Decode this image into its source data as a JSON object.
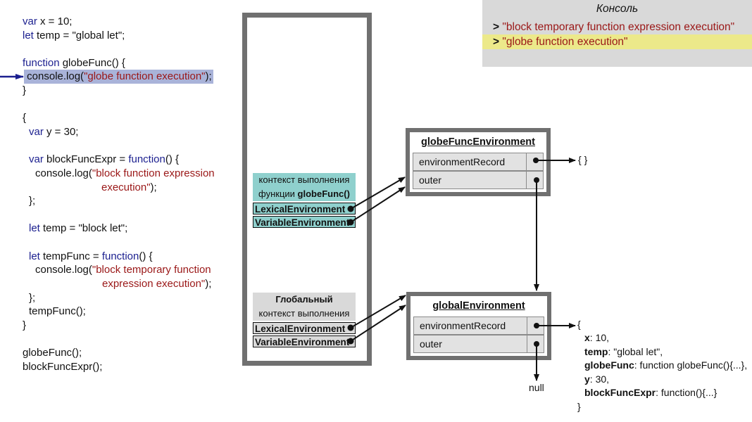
{
  "code": {
    "line1": [
      "var",
      " x = 10;"
    ],
    "line2": [
      "let",
      " temp = \"global let\";"
    ],
    "line4": [
      "function",
      " globeFunc() {"
    ],
    "line5": [
      "console.log(",
      "\"globe function execution\"",
      ");"
    ],
    "line6": "}",
    "line8": "{",
    "line9": [
      "var",
      " y = 30;"
    ],
    "line11": [
      "var",
      " blockFuncExpr = ",
      "function",
      "() {"
    ],
    "line12": [
      "console.log(",
      "\"block function expression"
    ],
    "line13": [
      "execution\"",
      ");"
    ],
    "line14": "};",
    "line16": [
      "let",
      " temp = \"block let\";"
    ],
    "line18": [
      "let",
      " tempFunc = ",
      "function",
      "() {"
    ],
    "line19": [
      "console.log(",
      "\"block temporary function"
    ],
    "line20": [
      "expression execution\"",
      ");"
    ],
    "line21": "};",
    "line22": "tempFunc();",
    "line23": "}",
    "line25": "globeFunc();",
    "line26": "blockFuncExpr();"
  },
  "console": {
    "title": "Консоль",
    "prompt": ">",
    "lines": [
      "\"block temporary function expression execution\"",
      "\"globe function execution\""
    ],
    "highlight_color": "#ece98a"
  },
  "stack": {
    "func_context": {
      "line1": "контекст выполнения",
      "line2_prefix": "функции ",
      "line2_name": "globeFunc()",
      "lexical": "LexicalEnvironment",
      "variable": "VariableEnvironment"
    },
    "global_context": {
      "line1": "Глобальный",
      "line2": "контекст выполнения",
      "lexical": "LexicalEnvironment",
      "variable": "VariableEnvironment"
    }
  },
  "globeFuncEnv": {
    "title": "globeFuncEnvironment",
    "record_label": "environmentRecord",
    "outer_label": "outer",
    "record_value": "{  }"
  },
  "globalEnv": {
    "title": "globalEnvironment",
    "record_label": "environmentRecord",
    "outer_label": "outer",
    "outer_value": "null",
    "record_open": "{",
    "record_close": "}",
    "entries": [
      {
        "key": "x",
        "value": " 10,"
      },
      {
        "key": "temp",
        "value": " \"global let\","
      },
      {
        "key": "globeFunc",
        "value": " function globeFunc(){...},"
      },
      {
        "key": "y",
        "value": " 30,"
      },
      {
        "key": "blockFuncExpr",
        "value": " function(){...}"
      }
    ]
  },
  "colors": {
    "keyword": "#1b1f8f",
    "string": "#9a1717",
    "code_highlight": "#a9b3d9",
    "teal_context": "#8fd0cd",
    "grey_context": "#d9d9d9",
    "frame": "#707070"
  }
}
